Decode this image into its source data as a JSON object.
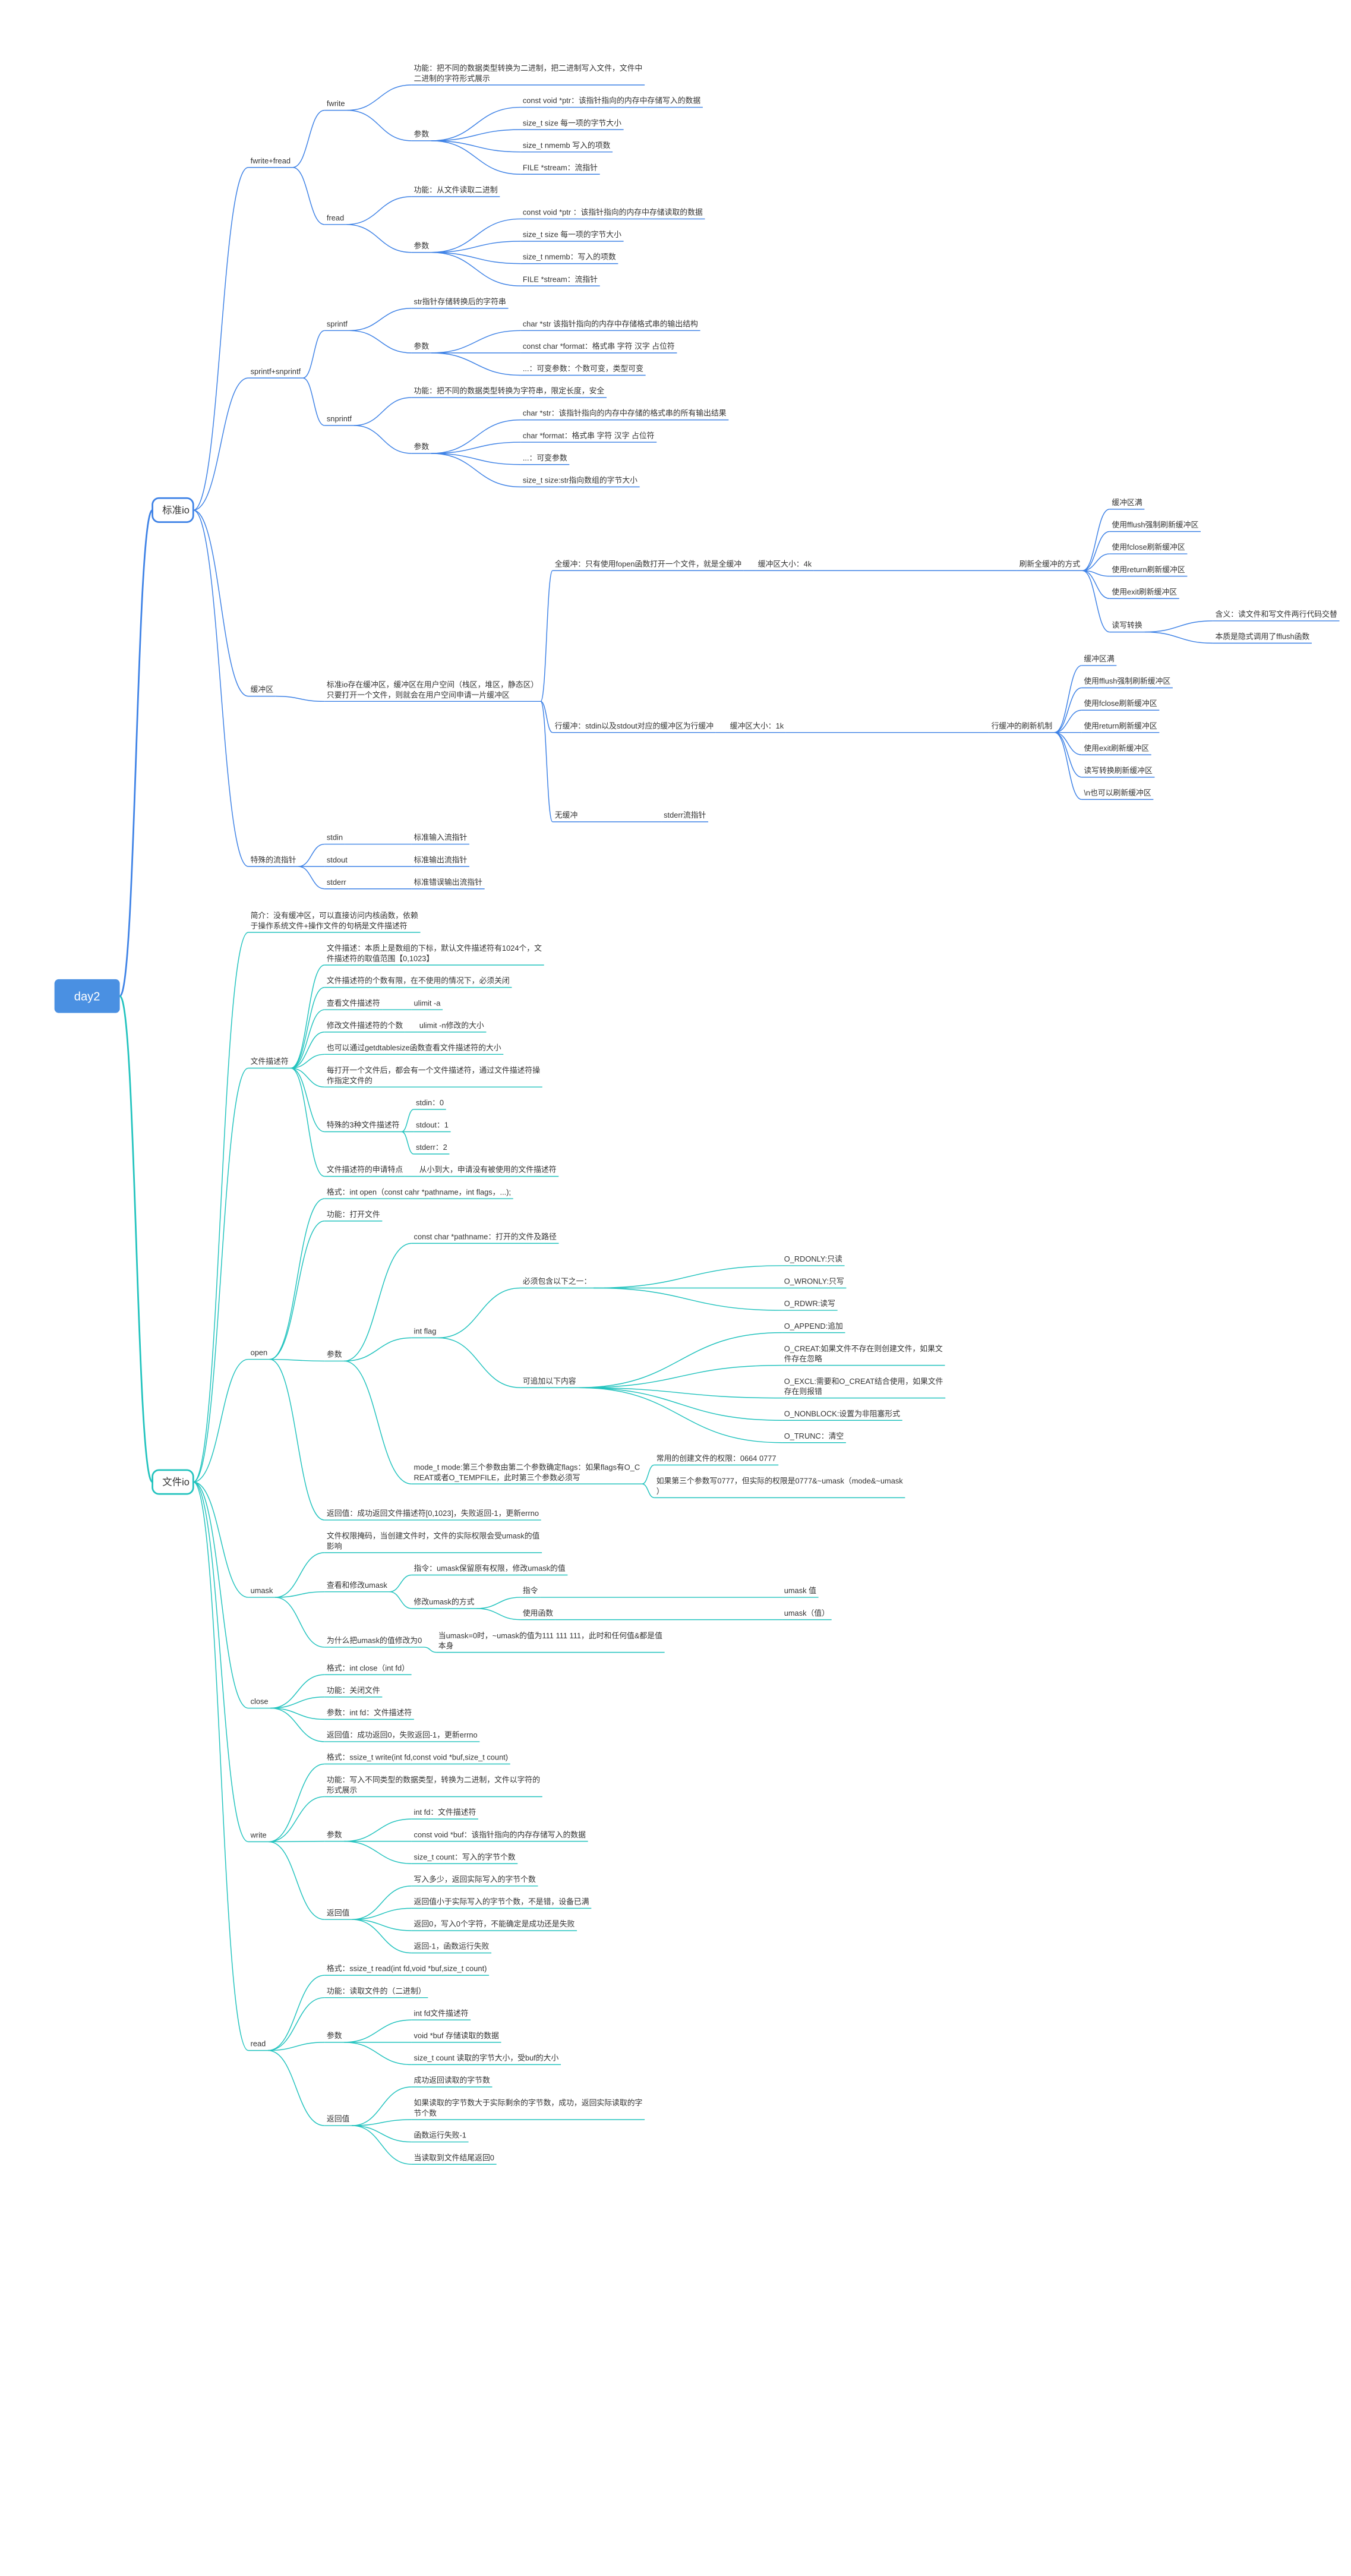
{
  "colors": {
    "root": "#4A90E2",
    "branch_blue": "#3E82E6",
    "branch_teal": "#22C3BE",
    "text": "#333333"
  },
  "root": {
    "label": "day2"
  },
  "branches": [
    {
      "label": "标准io",
      "color": "blue",
      "children": [
        {
          "label": "fwrite+fread",
          "children": [
            {
              "label": "fwrite",
              "children": [
                {
                  "label": "功能：把不同的数据类型转换为二进制，把二进制写入文件，文件中二进制的字符形式展示"
                },
                {
                  "label": "参数",
                  "children": [
                    {
                      "label": "const void *ptr：该指针指向的内存中存储写入的数据"
                    },
                    {
                      "label": "size_t size 每一项的字节大小"
                    },
                    {
                      "label": "size_t nmemb 写入的项数"
                    },
                    {
                      "label": "FILE *stream：流指针"
                    }
                  ]
                }
              ]
            },
            {
              "label": "fread",
              "children": [
                {
                  "label": "功能：从文件读取二进制"
                },
                {
                  "label": "参数",
                  "children": [
                    {
                      "label": "const void *ptr ：该指针指向的内存中存储读取的数据"
                    },
                    {
                      "label": "size_t size 每一项的字节大小"
                    },
                    {
                      "label": "size_t nmemb：写入的项数"
                    },
                    {
                      "label": "FILE *stream：流指针"
                    }
                  ]
                }
              ]
            }
          ]
        },
        {
          "label": "sprintf+snprintf",
          "children": [
            {
              "label": "sprintf",
              "children": [
                {
                  "label": "str指针存储转换后的字符串"
                },
                {
                  "label": "参数",
                  "children": [
                    {
                      "label": "char *str 该指针指向的内存中存储格式串的输出结构"
                    },
                    {
                      "label": "const char *format：格式串 字符 汉字 占位符"
                    },
                    {
                      "label": "...：可变参数：个数可变，类型可变"
                    }
                  ]
                }
              ]
            },
            {
              "label": "snprintf",
              "children": [
                {
                  "label": "功能：把不同的数据类型转换为字符串，限定长度，安全"
                },
                {
                  "label": "参数",
                  "children": [
                    {
                      "label": "char *str：该指针指向的内存中存储的格式串的所有输出结果"
                    },
                    {
                      "label": "char *format：格式串 字符 汉字 占位符"
                    },
                    {
                      "label": "...：可变参数"
                    },
                    {
                      "label": "size_t size:str指向数组的字节大小"
                    }
                  ]
                }
              ]
            }
          ]
        },
        {
          "label": "缓冲区",
          "children": [
            {
              "label": "标准io存在缓冲区，缓冲区在用户空间（栈区，堆区，静态区）只要打开一个文件，则就会在用户空间申请一片缓冲区",
              "children": [
                {
                  "label": "全缓冲：只有使用fopen函数打开一个文件，就是全缓冲",
                  "children": [
                    {
                      "label": "缓冲区大小：4k",
                      "children": [
                        {
                          "label": "刷新全缓冲的方式",
                          "children": [
                            {
                              "label": "缓冲区满"
                            },
                            {
                              "label": "使用fflush强制刷新缓冲区"
                            },
                            {
                              "label": "使用fclose刷新缓冲区"
                            },
                            {
                              "label": "使用return刷新缓冲区"
                            },
                            {
                              "label": "使用exit刷新缓冲区"
                            },
                            {
                              "label": "读写转换",
                              "children": [
                                {
                                  "label": "含义：读文件和写文件两行代码交替"
                                },
                                {
                                  "label": "本质是隐式调用了fflush函数"
                                }
                              ]
                            }
                          ]
                        }
                      ]
                    }
                  ]
                },
                {
                  "label": "行缓冲：stdin以及stdout对应的缓冲区为行缓冲",
                  "children": [
                    {
                      "label": "缓冲区大小：1k",
                      "children": [
                        {
                          "label": "行缓冲的刷新机制",
                          "children": [
                            {
                              "label": "缓冲区满"
                            },
                            {
                              "label": "使用fflush强制刷新缓冲区"
                            },
                            {
                              "label": "使用fclose刷新缓冲区"
                            },
                            {
                              "label": "使用return刷新缓冲区"
                            },
                            {
                              "label": "使用exit刷新缓冲区"
                            },
                            {
                              "label": "读写转换刷新缓冲区"
                            },
                            {
                              "label": "\\n也可以刷新缓冲区"
                            }
                          ]
                        }
                      ]
                    }
                  ]
                },
                {
                  "label": "无缓冲",
                  "children": [
                    {
                      "label": "stderr流指针"
                    }
                  ]
                }
              ]
            }
          ]
        },
        {
          "label": "特殊的流指针",
          "children": [
            {
              "label": "stdin",
              "children": [
                {
                  "label": "标准输入流指针"
                }
              ]
            },
            {
              "label": "stdout",
              "children": [
                {
                  "label": "标准输出流指针"
                }
              ]
            },
            {
              "label": "stderr",
              "children": [
                {
                  "label": "标准错误输出流指针"
                }
              ]
            }
          ]
        }
      ]
    },
    {
      "label": "文件io",
      "color": "teal",
      "children": [
        {
          "label": "简介：没有缓冲区，可以直接访问内核函数，依赖于操作系统文件+操作文件的句柄是文件描述符"
        },
        {
          "label": "文件描述符",
          "children": [
            {
              "label": "文件描述：本质上是数组的下标，默认文件描述符有1024个，文件描述符的取值范围【0,1023】"
            },
            {
              "label": "文件描述符的个数有限，在不使用的情况下，必须关闭"
            },
            {
              "label": "查看文件描述符",
              "children": [
                {
                  "label": "ulimit -a"
                }
              ]
            },
            {
              "label": "修改文件描述符的个数",
              "children": [
                {
                  "label": "ulimit -n修改的大小"
                }
              ]
            },
            {
              "label": "也可以通过getdtablesize函数查看文件描述符的大小"
            },
            {
              "label": "每打开一个文件后，都会有一个文件描述符，通过文件描述符操作指定文件的"
            },
            {
              "label": "特殊的3种文件描述符",
              "children": [
                {
                  "label": "stdin：0"
                },
                {
                  "label": "stdout：1"
                },
                {
                  "label": "stderr：2"
                }
              ]
            },
            {
              "label": "文件描述符的申请特点",
              "children": [
                {
                  "label": "从小到大，申请没有被使用的文件描述符"
                }
              ]
            }
          ]
        },
        {
          "label": "open",
          "children": [
            {
              "label": "格式：int open（const cahr *pathname，int flags，...);"
            },
            {
              "label": "功能：打开文件"
            },
            {
              "label": "参数",
              "children": [
                {
                  "label": "const char *pathname：打开的文件及路径"
                },
                {
                  "label": "int flag",
                  "children": [
                    {
                      "label": "必须包含以下之一：",
                      "children": [
                        {
                          "label": "O_RDONLY:只读"
                        },
                        {
                          "label": "O_WRONLY:只写"
                        },
                        {
                          "label": "O_RDWR:读写"
                        }
                      ]
                    },
                    {
                      "label": "可追加以下内容",
                      "children": [
                        {
                          "label": "O_APPEND:追加"
                        },
                        {
                          "label": "O_CREAT:如果文件不存在则创建文件，如果文件存在忽略"
                        },
                        {
                          "label": "O_EXCL:需要和O_CREAT结合使用，如果文件存在则报错"
                        },
                        {
                          "label": "O_NONBLOCK:设置为非阻塞形式"
                        },
                        {
                          "label": "O_TRUNC：清空"
                        }
                      ]
                    }
                  ]
                },
                {
                  "label": "mode_t mode:第三个参数由第二个参数确定flags：如果flags有O_CREAT或者O_TEMPFILE，此时第三个参数必须写",
                  "children": [
                    {
                      "label": "常用的创建文件的权限：0664 0777"
                    },
                    {
                      "label": "如果第三个参数写0777，但实际的权限是0777&~umask（mode&~umask）"
                    }
                  ]
                }
              ]
            },
            {
              "label": "返回值：成功返回文件描述符[0,1023]，失败返回-1，更新errno"
            }
          ]
        },
        {
          "label": "umask",
          "children": [
            {
              "label": "文件权限掩码，当创建文件时，文件的实际权限会受umask的值影响"
            },
            {
              "label": "查看和修改umask",
              "children": [
                {
                  "label": "指令：umask保留原有权限，修改umask的值"
                },
                {
                  "label": "修改umask的方式",
                  "children": [
                    {
                      "label": "指令",
                      "children": [
                        {
                          "label": "umask 值"
                        }
                      ]
                    },
                    {
                      "label": "使用函数",
                      "children": [
                        {
                          "label": "umask（值）"
                        }
                      ]
                    }
                  ]
                }
              ]
            },
            {
              "label": "为什么把umask的值修改为0",
              "children": [
                {
                  "label": "当umask=0时，~umask的值为111 111 111，此时和任何值&都是值本身"
                }
              ]
            }
          ]
        },
        {
          "label": "close",
          "children": [
            {
              "label": "格式：int close（int fd）"
            },
            {
              "label": "功能：关闭文件"
            },
            {
              "label": "参数：int fd：文件描述符"
            },
            {
              "label": "返回值：成功返回0，失败返回-1，更新errno"
            }
          ]
        },
        {
          "label": "write",
          "children": [
            {
              "label": "格式：ssize_t write(int fd,const void *buf,size_t count)"
            },
            {
              "label": "功能：写入不同类型的数据类型，转换为二进制，文件以字符的形式展示"
            },
            {
              "label": "参数",
              "children": [
                {
                  "label": "int fd：文件描述符"
                },
                {
                  "label": "const void *buf：该指针指向的内存存储写入的数据"
                },
                {
                  "label": "size_t count：写入的字节个数"
                }
              ]
            },
            {
              "label": "返回值",
              "children": [
                {
                  "label": "写入多少，返回实际写入的字节个数"
                },
                {
                  "label": "返回值小于实际写入的字节个数，不是错，设备已满"
                },
                {
                  "label": "返回0，写入0个字符，不能确定是成功还是失败"
                },
                {
                  "label": "返回-1，函数运行失败"
                }
              ]
            }
          ]
        },
        {
          "label": "read",
          "children": [
            {
              "label": "格式：ssize_t read(int fd,void *buf,size_t count)"
            },
            {
              "label": "功能：读取文件的（二进制）"
            },
            {
              "label": "参数",
              "children": [
                {
                  "label": "int fd文件描述符"
                },
                {
                  "label": "void *buf 存储读取的数据"
                },
                {
                  "label": "size_t count 读取的字节大小，受buf的大小"
                }
              ]
            },
            {
              "label": "返回值",
              "children": [
                {
                  "label": "成功返回读取的字节数"
                },
                {
                  "label": "如果读取的字节数大于实际剩余的字节数，成功，返回实际读取的字节个数"
                },
                {
                  "label": "函数运行失败-1"
                },
                {
                  "label": "当读取到文件结尾返回0"
                }
              ]
            }
          ]
        }
      ]
    }
  ]
}
